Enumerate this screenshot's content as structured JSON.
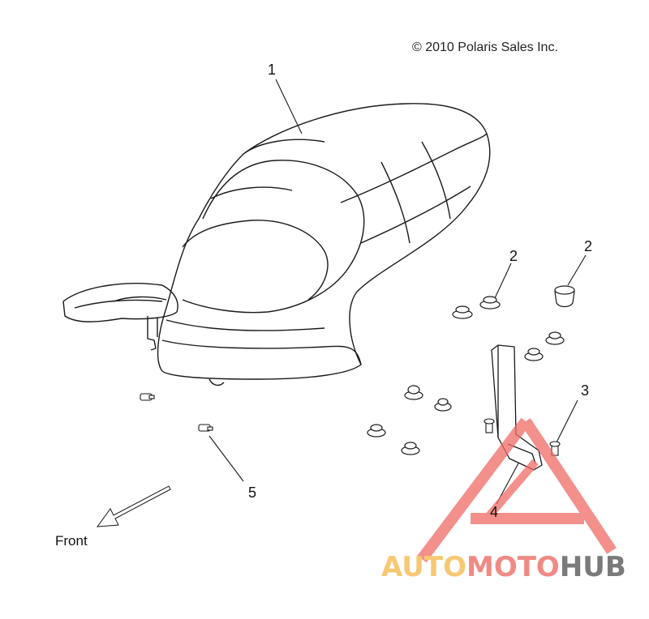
{
  "copyright": "© 2010 Polaris Sales Inc.",
  "callouts": {
    "c1": "1",
    "c2a": "2",
    "c2b": "2",
    "c3": "3",
    "c4": "4",
    "c5": "5"
  },
  "front_label": "Front",
  "watermark": {
    "part1": "AUTO",
    "part2": "MOTO",
    "part3": "HUB"
  },
  "colors": {
    "line": "#1a1a1a",
    "watermark_red": "#f06b66",
    "watermark_orange": "#f7c873",
    "watermark_grey": "#7a7a7a"
  }
}
